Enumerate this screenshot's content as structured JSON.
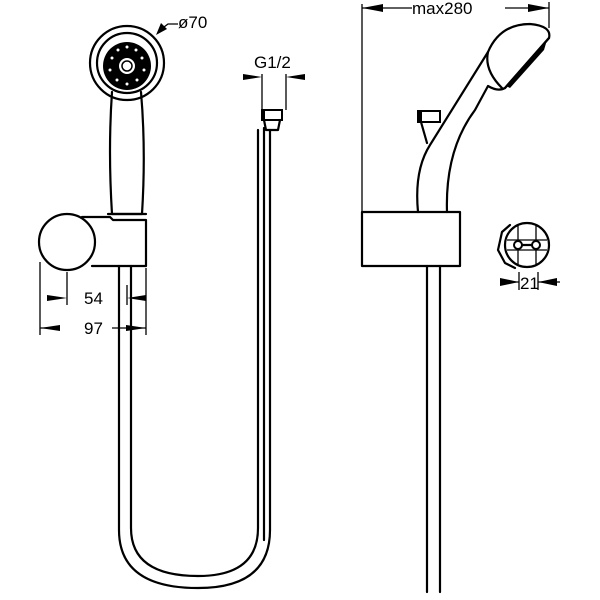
{
  "drawing": {
    "title": "Hand shower set dimensional drawing",
    "dimensions": {
      "head_diameter": "ø70",
      "hose_thread": "G1/2",
      "holder_depth": "54",
      "holder_projection": "97",
      "max_projection": "max280",
      "slot_width": "21"
    },
    "colors": {
      "line": "#000000",
      "background": "#ffffff"
    }
  }
}
